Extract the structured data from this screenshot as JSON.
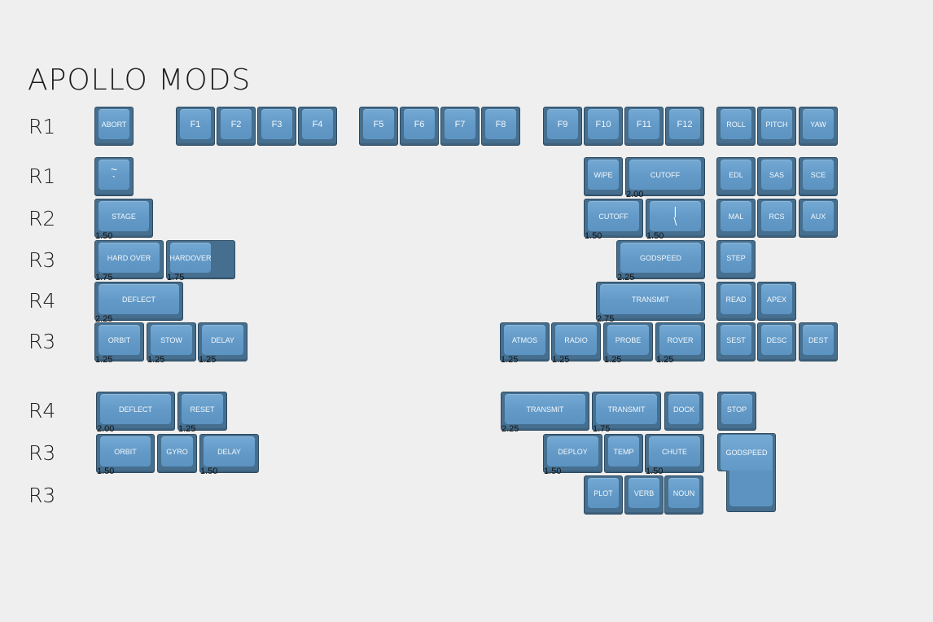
{
  "title": "APOLLO MODS",
  "row_labels": [
    "R1",
    "R1",
    "R2",
    "R3",
    "R4",
    "R3",
    "R4",
    "R3",
    "R3"
  ],
  "keys": {
    "abort": "ABORT",
    "f1": "F1",
    "f2": "F2",
    "f3": "F3",
    "f4": "F4",
    "f5": "F5",
    "f6": "F6",
    "f7": "F7",
    "f8": "F8",
    "f9": "F9",
    "f10": "F10",
    "f11": "F11",
    "f12": "F12",
    "roll": "ROLL",
    "pitch": "PITCH",
    "yaw": "YAW",
    "tilde_top": "~",
    "tilde_bottom": "`",
    "wipe": "WIPE",
    "cutoff_200": "CUTOFF",
    "edl": "EDL",
    "sas": "SAS",
    "sce": "SCE",
    "stage": "STAGE",
    "cutoff_150": "CUTOFF",
    "pipe_top": "|",
    "pipe_bottom": "\\",
    "mal": "MAL",
    "rcs": "RCS",
    "aux": "AUX",
    "hard_over_1": "HARD OVER",
    "hard_over_2a": "HARD",
    "hard_over_2b": "OVER",
    "godspeed_225": "GODSPEED",
    "step": "STEP",
    "deflect_225": "DEFLECT",
    "transmit_275": "TRANSMIT",
    "read": "READ",
    "apex": "APEX",
    "orbit_125": "ORBIT",
    "stow": "STOW",
    "delay_125": "DELAY",
    "atmos": "ATMOS",
    "radio": "RADIO",
    "probe": "PROBE",
    "rover": "ROVER",
    "sest": "SEST",
    "desc": "DESC",
    "dest": "DEST",
    "deflect_200": "DEFLECT",
    "reset": "RESET",
    "transmit_225": "TRANSMIT",
    "transmit_175": "TRANSMIT",
    "dock": "DOCK",
    "stop": "STOP",
    "orbit_150": "ORBIT",
    "gyro": "GYRO",
    "delay_150": "DELAY",
    "deploy": "DEPLOY",
    "temp": "TEMP",
    "chute": "CHUTE",
    "godspeed_iso": "GODSPEED",
    "plot": "PLOT",
    "verb": "VERB",
    "noun": "NOUN"
  },
  "sizes": {
    "cutoff_200": "2.00",
    "stage": "1.50",
    "cutoff_150": "1.50",
    "pipe": "1.50",
    "hard_over_1": "1.75",
    "hard_over_2": "1.75",
    "godspeed_225": "2.25",
    "deflect_225": "2.25",
    "transmit_275": "2.75",
    "orbit_125": "1.25",
    "stow": "1.25",
    "delay_125": "1.25",
    "atmos": "1.25",
    "radio": "1.25",
    "probe": "1.25",
    "rover": "1.25",
    "deflect_200": "2.00",
    "reset": "1.25",
    "transmit_225": "2.25",
    "transmit_175": "1.75",
    "orbit_150": "1.50",
    "delay_150": "1.50",
    "deploy": "1.50",
    "chute": "1.50"
  },
  "colors": {
    "keycap": "#6299c7",
    "key_side": "#466f8f",
    "background": "#efefef"
  }
}
